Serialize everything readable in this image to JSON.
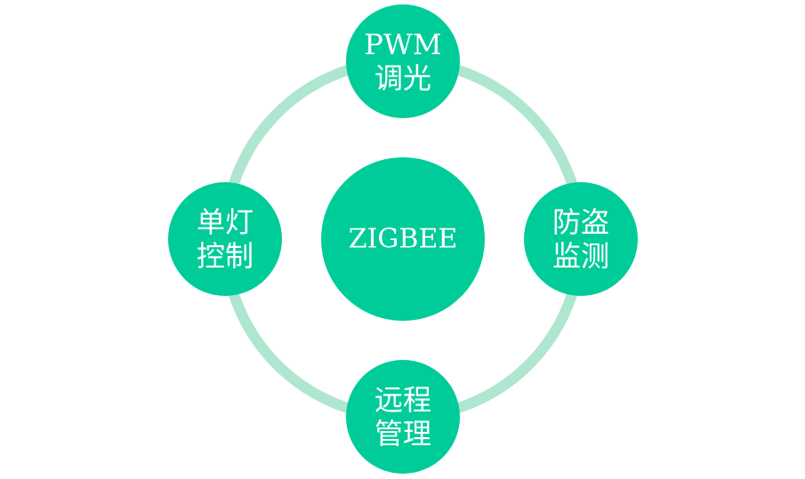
{
  "diagram": {
    "center": {
      "label": "ZIGBEE"
    },
    "nodes": [
      {
        "id": "top",
        "lines": [
          "PWM",
          "调光"
        ]
      },
      {
        "id": "right",
        "lines": [
          "防盗",
          "监测"
        ]
      },
      {
        "id": "bottom",
        "lines": [
          "远程",
          "管理"
        ]
      },
      {
        "id": "left",
        "lines": [
          "单灯",
          "控制"
        ]
      }
    ],
    "colors": {
      "node_fill": "#00cc99",
      "ring": "#aee6d0",
      "text": "#ffffff",
      "background": "#ffffff"
    }
  }
}
